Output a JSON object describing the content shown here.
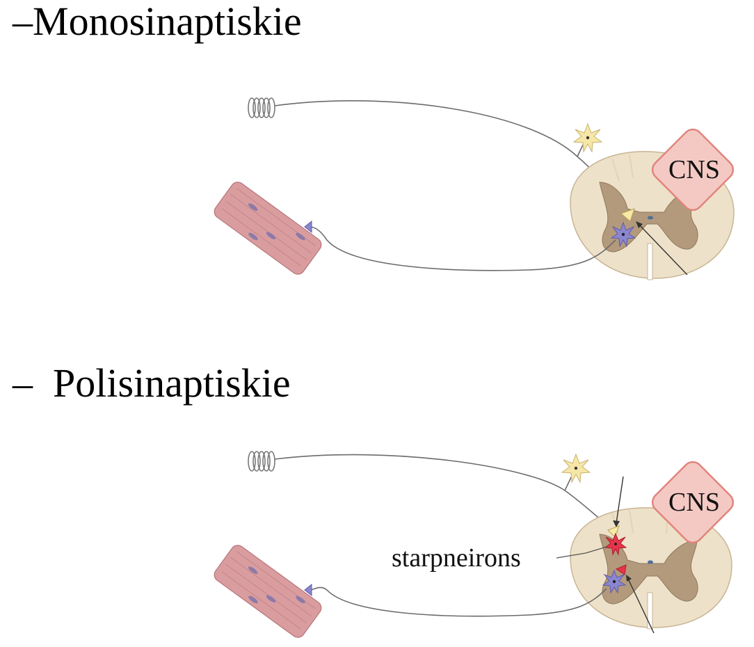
{
  "sections": [
    {
      "dash": "–",
      "title": "Monosinaptiskie",
      "cns_label": "CNS"
    },
    {
      "dash": "–",
      "title": "Polisinaptiskie",
      "cns_label": "CNS",
      "callout_label": "starpneirons"
    }
  ],
  "colors": {
    "spinal_cord_outer": "#ede1c9",
    "spinal_cord_gray": "#b39a7c",
    "cns_badge_fill": "#f4c9c4",
    "cns_badge_stroke": "#e0857c",
    "muscle": "#d99da0",
    "motor_neuron": "#8a86d0",
    "interneuron": "#e8344a",
    "sensory_neuron": "#f6e7a8",
    "nerve_line": "#6b6b6b"
  }
}
